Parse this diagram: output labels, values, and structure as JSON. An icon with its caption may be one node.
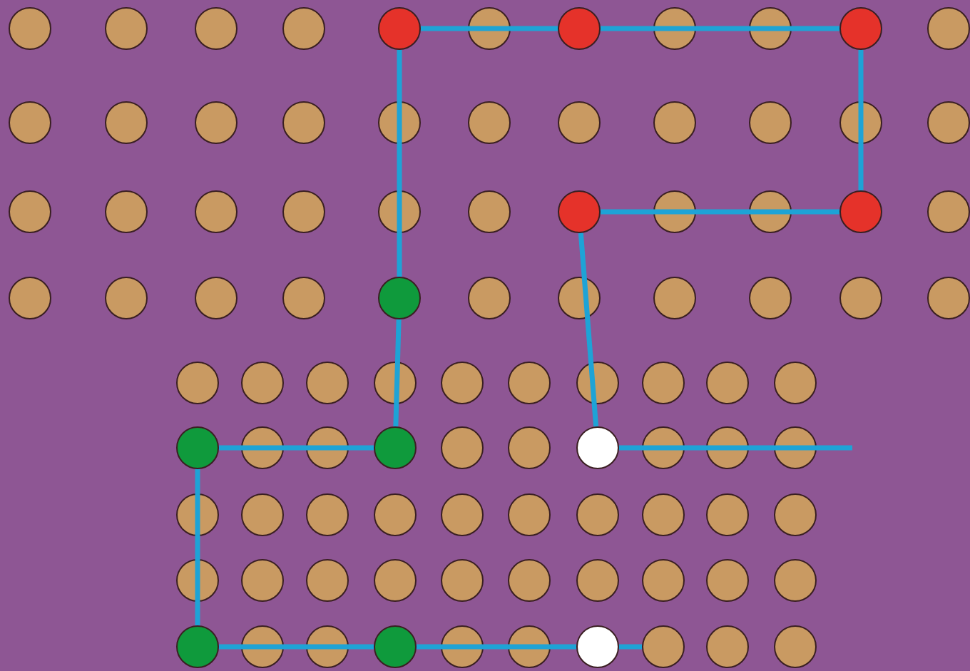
{
  "diagram": {
    "nodes": [
      {
        "text": [],
        "shape": "circle"
      },
      {
        "text": [],
        "shape": "circle"
      },
      {
        "text": [],
        "shape": "circle"
      },
      {
        "text": [],
        "shape": "circle"
      },
      {
        "text": [],
        "shape": "circle"
      },
      {
        "text": [],
        "shape": "circle"
      },
      {
        "text": [],
        "shape": "circle"
      },
      {
        "text": [],
        "shape": "circle"
      },
      {
        "text": [],
        "shape": "circle"
      },
      {
        "text": [],
        "shape": "circle"
      },
      {
        "text": [],
        "shape": "circle"
      },
      {
        "text": [],
        "shape": "circle"
      },
      {
        "text": [],
        "shape": "circle"
      }
    ],
    "edges": [
      {
        "from": 0,
        "to": 1,
        "arrow": "none"
      },
      {
        "from": 1,
        "to": 2,
        "arrow": "none"
      },
      {
        "from": 2,
        "to": 4,
        "arrow": "none"
      },
      {
        "from": 4,
        "to": 3,
        "arrow": "none"
      },
      {
        "from": 3,
        "to": 8,
        "arrow": "none"
      },
      {
        "from": 0,
        "to": 5,
        "arrow": "none"
      },
      {
        "from": 5,
        "to": 7,
        "arrow": "none"
      },
      {
        "from": 7,
        "to": 6,
        "arrow": "none"
      },
      {
        "from": 6,
        "to": 9,
        "arrow": "none"
      },
      {
        "from": 9,
        "to": 10,
        "arrow": "none"
      },
      {
        "from": 10,
        "to": 11,
        "arrow": "none"
      },
      {
        "from": 11,
        "to": 12,
        "arrow": "none"
      },
      {
        "from": 8,
        "to": null,
        "arrow": "none"
      }
    ]
  }
}
